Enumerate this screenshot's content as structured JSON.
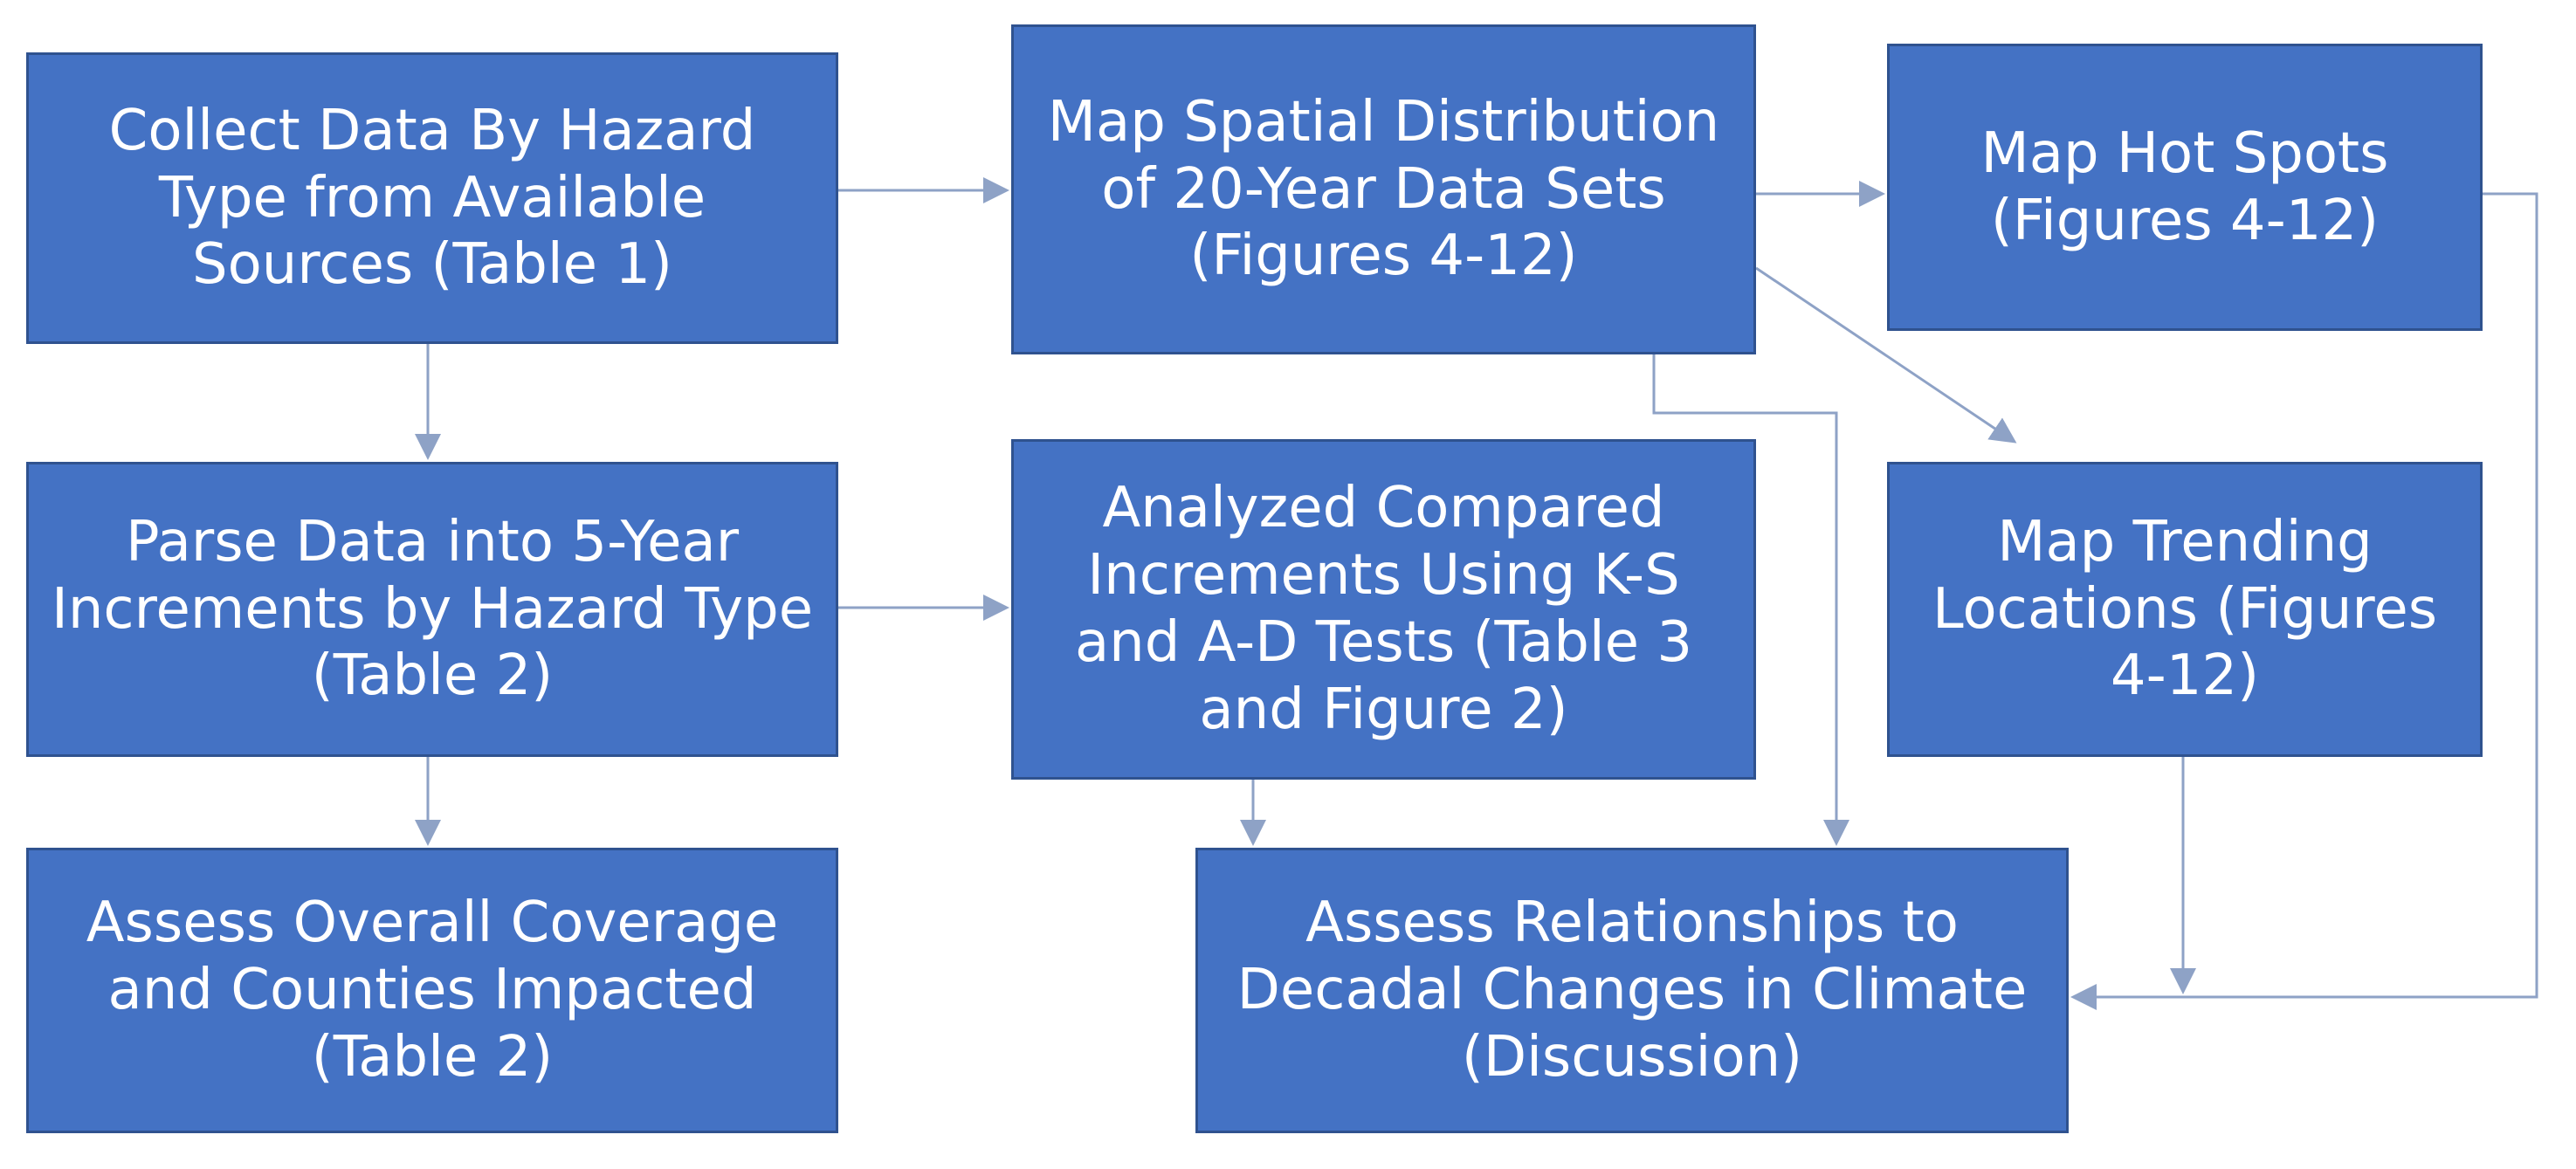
{
  "diagram": {
    "nodes": {
      "collect": "Collect Data By Hazard Type from Available Sources (Table 1)",
      "parse": "Parse Data into 5-Year Increments by Hazard Type (Table 2)",
      "coverage": "Assess Overall Coverage and Counties Impacted (Table 2)",
      "spatial": "Map Spatial Distribution of 20-Year Data Sets (Figures 4-12)",
      "analyzed": "Analyzed Compared Increments Using K-S and A-D Tests (Table 3 and Figure 2)",
      "hotspots": "Map Hot Spots (Figures 4-12)",
      "trending": "Map Trending Locations (Figures 4-12)",
      "relationships": "Assess Relationships to Decadal Changes in Climate (Discussion)"
    },
    "edges": [
      {
        "from": "collect",
        "to": "spatial"
      },
      {
        "from": "collect",
        "to": "parse"
      },
      {
        "from": "parse",
        "to": "analyzed"
      },
      {
        "from": "parse",
        "to": "coverage"
      },
      {
        "from": "spatial",
        "to": "hotspots"
      },
      {
        "from": "spatial",
        "to": "trending"
      },
      {
        "from": "spatial",
        "to": "relationships"
      },
      {
        "from": "analyzed",
        "to": "relationships"
      },
      {
        "from": "trending",
        "to": "relationships"
      },
      {
        "from": "hotspots",
        "to": "relationships"
      }
    ],
    "colors": {
      "box_fill": "#4472c4",
      "box_border": "#2f528f",
      "box_text": "#ffffff",
      "connector": "#8ea2c6"
    }
  }
}
